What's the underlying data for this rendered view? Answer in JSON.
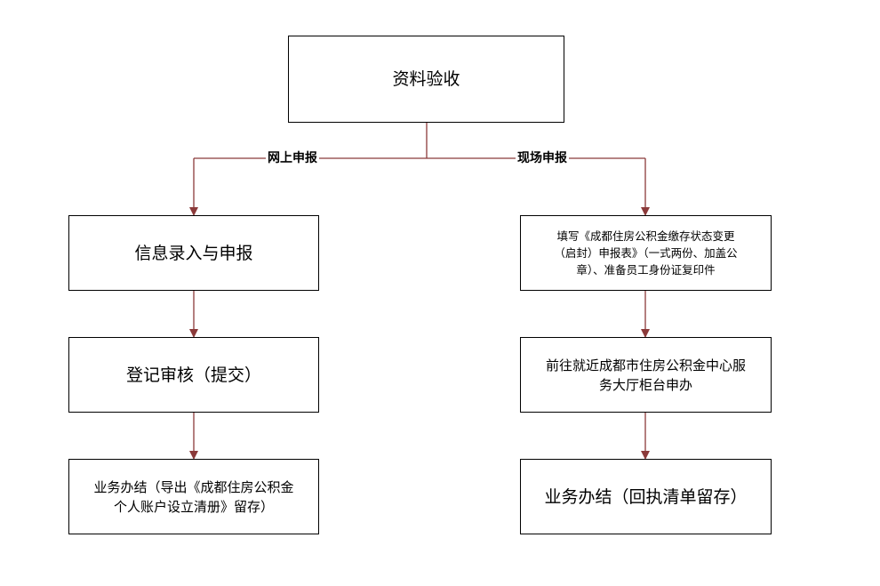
{
  "top": {
    "label": "资料验收"
  },
  "branches": {
    "online": {
      "label": "网上申报",
      "steps": [
        "信息录入与申报",
        "登记审核（提交）",
        "业务办结（导出《成都住房公积金\n个人账户设立清册》留存）"
      ]
    },
    "onsite": {
      "label": "现场申报",
      "steps": [
        "填写《成都住房公积金缴存状态变更\n（启封）申报表》（一式两份、加盖公\n章）、准备员工身份证复印件",
        "前往就近成都市住房公积金中心服\n务大厅柜台申办",
        "业务办结（回执清单留存）"
      ]
    }
  },
  "colors": {
    "connector": "#8b3a3a",
    "border": "#000000"
  }
}
